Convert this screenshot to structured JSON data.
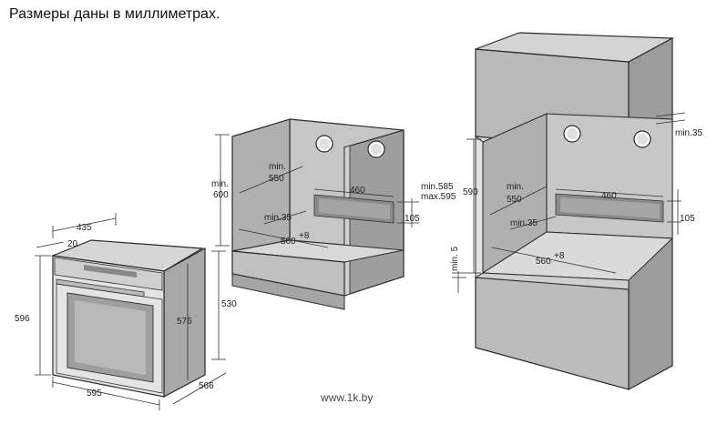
{
  "caption": "Размеры даны в миллиметрах.",
  "watermark": "www.1k.by",
  "oven_dims": {
    "depth_total": "435",
    "depth_front": "20",
    "height_total": "596",
    "height_inner": "576",
    "width": "595",
    "depth": "566",
    "height_side": "530"
  },
  "under_counter_dims": {
    "min_height_label": "min.",
    "min_height_value": "600",
    "depth_label": "min.",
    "depth_value": "550",
    "slot_width": "460",
    "slot_height": "105",
    "min_gap": "min.35",
    "width": "560",
    "width_sup": "+8",
    "height_range_1": "min.585",
    "height_range_2": "max.595"
  },
  "tall_cabinet_dims": {
    "top_gap": "min.35",
    "height": "590",
    "depth_label": "min.",
    "depth_value": "550",
    "slot_width": "460",
    "min_gap": "min.35",
    "slot_height": "105",
    "min_bottom": "min. 5",
    "width": "560",
    "width_sup": "+8"
  },
  "colors": {
    "cabinet_fill": "#b4b4b4",
    "cabinet_dark": "#9a9a9a",
    "cabinet_light": "#d2d2d2",
    "oven_fill": "#c9c9c9",
    "line": "#2a2a2a"
  }
}
